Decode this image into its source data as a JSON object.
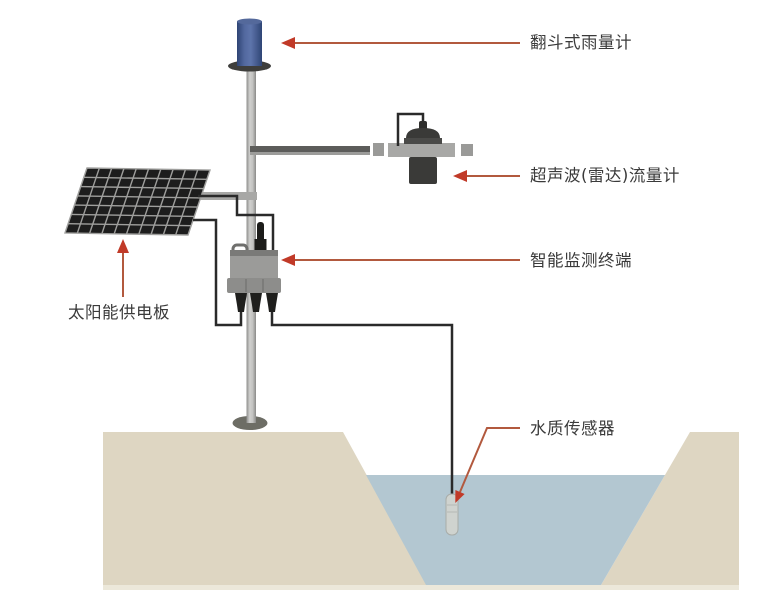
{
  "diagram": {
    "description_labels": [
      "翻斗式雨量计",
      "超声波(雷达)流量计",
      "智能监测终端",
      "太阳能供电板",
      "水质传感器"
    ]
  },
  "labels": {
    "rain_gauge": {
      "text": "翻斗式雨量计"
    },
    "flow_meter": {
      "text": "超声波(雷达)流量计"
    },
    "terminal": {
      "text": "智能监测终端"
    },
    "solar_panel": {
      "text": "太阳能供电板"
    },
    "water_sensor": {
      "text": "水质传感器"
    }
  },
  "colors": {
    "arrow_line": "#b2593e",
    "arrow_head": "#c13a28",
    "label_text": "#3a3a3a",
    "wire": "#2a2a2a",
    "rain_gauge_blue": "#4a69a5",
    "ground": "#ded6c2",
    "ground_edge": "#ece8da",
    "water": "#b3c7d1",
    "pole_gray": "#b9b9b7",
    "device_dark": "#3a3a38",
    "terminal_gray": "#9b9b99",
    "solar_cell": "#1d1d1d"
  }
}
